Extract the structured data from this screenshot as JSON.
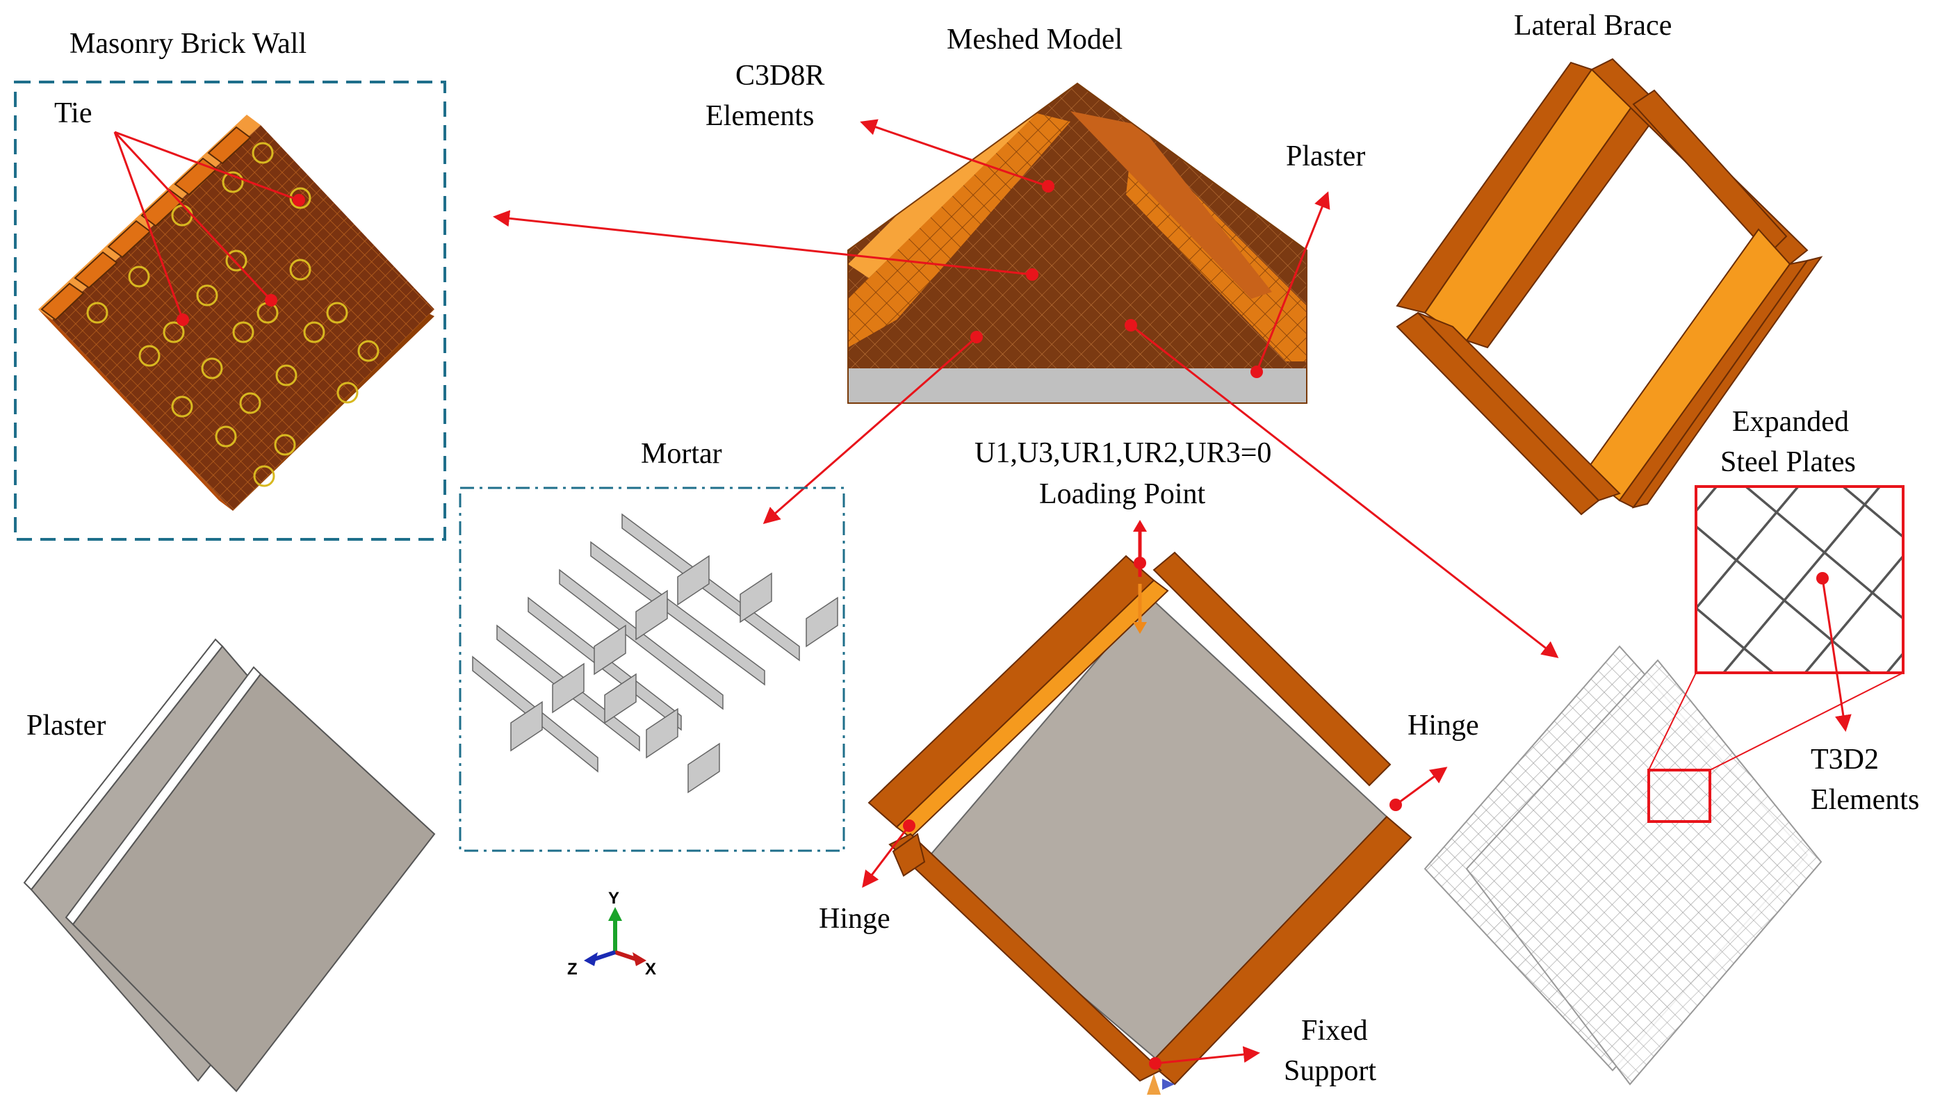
{
  "labels": {
    "masonry_brick_wall": "Masonry Brick Wall",
    "tie": "Tie",
    "c3d8r_line1": "C3D8R",
    "c3d8r_line2": "Elements",
    "meshed_model": "Meshed Model",
    "plaster_top": "Plaster",
    "lateral_brace": "Lateral Brace",
    "mortar": "Mortar",
    "boundary_condition": "U1,U3,UR1,UR2,UR3=0",
    "loading_point": "Loading Point",
    "expanded_line1": "Expanded",
    "expanded_line2": "Steel Plates",
    "plaster_left": "Plaster",
    "hinge_right": "Hinge",
    "hinge_left": "Hinge",
    "t3d2_line1": "T3D2",
    "t3d2_line2": "Elements",
    "fixed_line1": "Fixed",
    "fixed_line2": "Support"
  },
  "triad": {
    "y": "Y",
    "x": "X",
    "z": "Z"
  },
  "colors": {
    "brick": "#c05a0a",
    "brick_light": "#f59a1e",
    "brick_dark": "#8e3e05",
    "wall_face": "#7a3310",
    "plaster": "#b0aaa3",
    "mortar": "#c8c8c8",
    "annotation": "#e8141b",
    "frame_dash": "#1f6f8b",
    "tie_circle": "#d8b820"
  },
  "icons": [
    "support-triangle-icon",
    "load-arrow-icon",
    "axis-triad-icon"
  ]
}
